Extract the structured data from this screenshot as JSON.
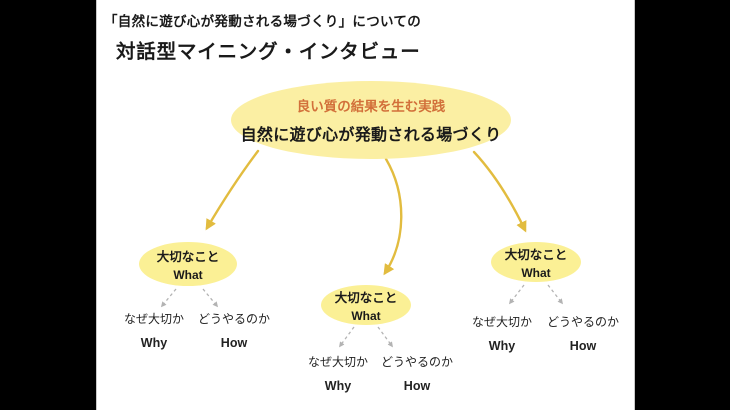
{
  "slide": {
    "title_line1": "「自然に遊び心が発動される場づくり」についての",
    "title_line2": "対話型マイニング・インタビュー"
  },
  "root_node": {
    "subtitle": "良い質の結果を生む実践",
    "title": "自然に遊び心が発動される場づくり"
  },
  "children": [
    {
      "title": "大切なこと",
      "subtitle": "What",
      "why_ja": "なぜ大切か",
      "why_en": "Why",
      "how_ja": "どうやるのか",
      "how_en": "How"
    },
    {
      "title": "大切なこと",
      "subtitle": "What",
      "why_ja": "なぜ大切か",
      "why_en": "Why",
      "how_ja": "どうやるのか",
      "how_en": "How"
    },
    {
      "title": "大切なこと",
      "subtitle": "What",
      "why_ja": "なぜ大切か",
      "why_en": "Why",
      "how_ja": "どうやるのか",
      "how_en": "How"
    }
  ],
  "colors": {
    "letterbox": "#000000",
    "slide_bg": "#ffffff",
    "node_fill": "#fbefa3",
    "child_node_fill": "#fbf095",
    "root_subtitle": "#d2703a",
    "arrow": "#e2bc3f",
    "dashed_arrow": "#b3b3b3",
    "text": "#1a1a1a"
  }
}
